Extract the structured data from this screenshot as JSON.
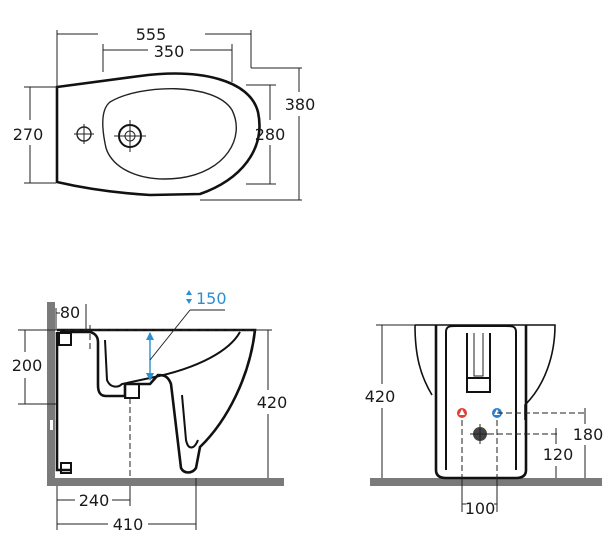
{
  "top_view": {
    "overall_length": "555",
    "bowl_length": "350",
    "rim_width": "270",
    "bowl_width": "280",
    "overall_width": "380"
  },
  "side_view": {
    "wall_offset": "80",
    "bowl_height_from_floor": "200",
    "bowl_depth": "150",
    "total_height": "420",
    "drain_distance": "240",
    "total_depth": "410"
  },
  "front_view": {
    "total_height": "420",
    "supply_height": "180",
    "drain_height": "120",
    "supply_spacing": "100"
  },
  "colors": {
    "line": "#111111",
    "floor": "#7a7a7a",
    "hot_marker": "#e0403a",
    "cold_marker": "#2b7fd0",
    "depth_dimension": "#2b8fd0"
  }
}
